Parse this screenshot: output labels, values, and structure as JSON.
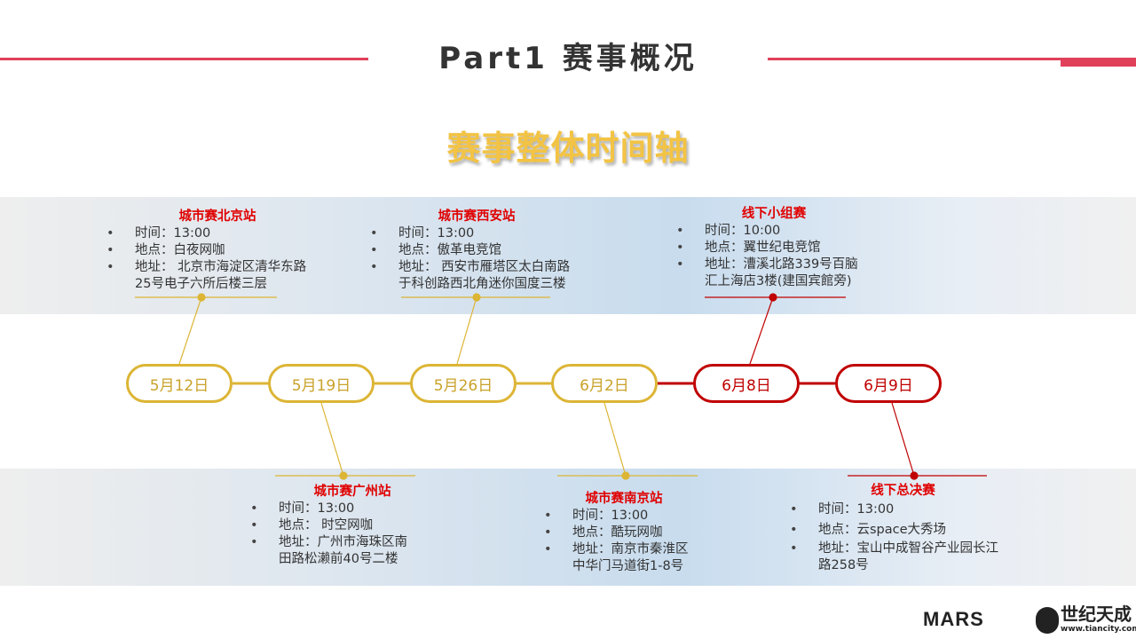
{
  "header": {
    "title": "Part1 赛事概况",
    "subtitle": "赛事整体时间轴"
  },
  "colors": {
    "accent_red": "#c00000",
    "gold": "#dcb535",
    "title_red": "#e00000",
    "subtitle_gold": "#f2c344",
    "header_line": "#e0405a"
  },
  "timeline": [
    {
      "date": "5月12日",
      "status": "past"
    },
    {
      "date": "5月19日",
      "status": "past"
    },
    {
      "date": "5月26日",
      "status": "past"
    },
    {
      "date": "6月2日",
      "status": "past"
    },
    {
      "date": "6月8日",
      "status": "upcoming"
    },
    {
      "date": "6月9日",
      "status": "upcoming"
    }
  ],
  "events": [
    {
      "title": "城市赛北京站",
      "time": "时间：13:00",
      "place": "地点：白夜网咖",
      "addr1": "地址： 北京市海淀区清华东路",
      "addr2": "25号电子六所后楼三层"
    },
    {
      "title": "城市赛广州站",
      "time": "时间：13:00",
      "place": "地点： 时空网咖",
      "addr1": "地址：广州市海珠区南",
      "addr2": "田路松濑前40号二楼"
    },
    {
      "title": "城市赛西安站",
      "time": "时间：13:00",
      "place": "地点：傲革电竞馆",
      "addr1": "地址： 西安市雁塔区太白南路",
      "addr2": "于科创路西北角迷你国度三楼"
    },
    {
      "title": "城市赛南京站",
      "time": "时间：13:00",
      "place": "地点：酷玩网咖",
      "addr1": "地址：南京市秦淮区",
      "addr2": "中华门马道街1-8号"
    },
    {
      "title": "线下小组赛",
      "time": "时间：10:00",
      "place": "地点：翼世纪电竞馆",
      "addr1": "地址：漕溪北路339号百脑",
      "addr2": "汇上海店3楼(建国宾館旁)"
    },
    {
      "title": "线下总决赛",
      "time": "时间：13:00",
      "place": "地点：云space大秀场",
      "addr1": "地址：宝山中成智谷产业园长江",
      "addr2": "路258号"
    }
  ],
  "logos": {
    "mars": "MARS",
    "tiancity": "世纪天成",
    "tiancity_url": "www.tiancity.com"
  }
}
